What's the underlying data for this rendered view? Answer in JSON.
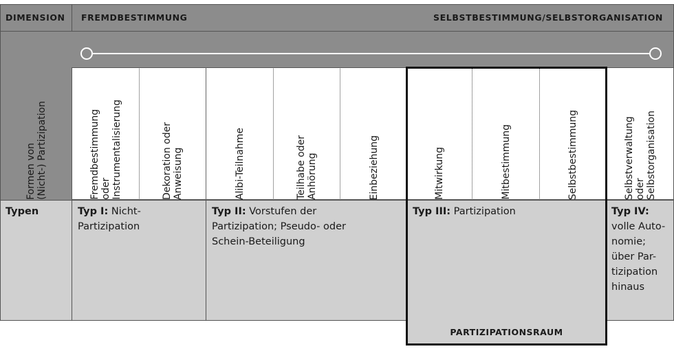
{
  "header": {
    "dimension": "DIMENSION",
    "left": "FREMDBESTIMMUNG",
    "right": "SELBSTBESTIMMUNG/SELBSTORGANISATION"
  },
  "forms_label": "Formen von\n(Nicht-) Partizipation",
  "forms": [
    "Fremdbestimmung\noder\nInstrumentalisierung",
    "Dekoration oder\nAnweisung",
    "Alibi-Teilnahme",
    "Teilhabe oder\nAnhörung",
    "Einbeziehung",
    "Mitwirkung",
    "Mitbestimmung",
    "Selbstbestimmung",
    "Selbstverwaltung\noder\nSelbstorganisation"
  ],
  "types_label": "Typen",
  "types": [
    {
      "name": "Typ I:",
      "text": " Nicht-\nPartizipation"
    },
    {
      "name": "Typ II:",
      "text": " Vorstufen der\nPartizipation; Pseudo- oder\nSchein-Beteiligung"
    },
    {
      "name": "Typ III:",
      "text": " Partizipation"
    },
    {
      "name": "Typ IV:",
      "text": "\nvolle Auto-\nnomie;\nüber Par-\ntizipation\nhinaus"
    }
  ],
  "participation_space": "PARTIZIPATIONSRAUM",
  "colors": {
    "dark_gray": "#8c8c8c",
    "light_gray": "#d0d0d0",
    "white": "#ffffff",
    "border": "#111111"
  }
}
